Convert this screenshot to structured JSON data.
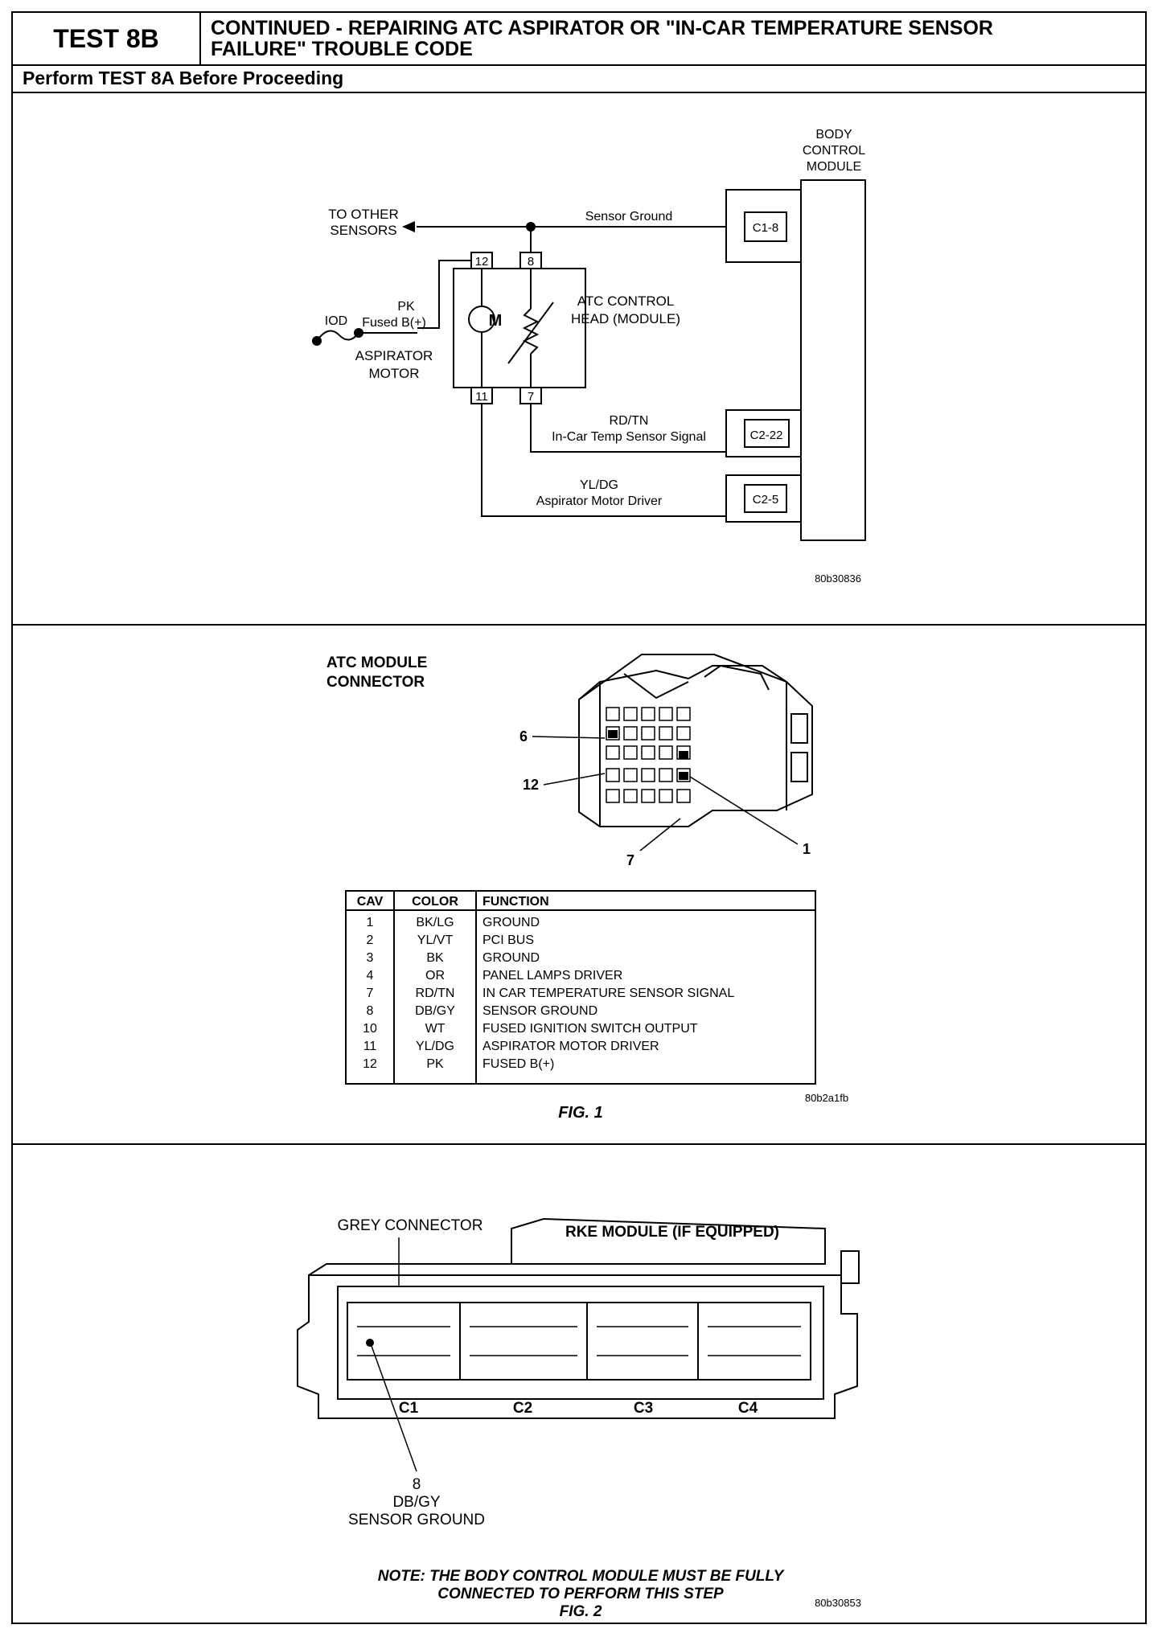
{
  "header": {
    "test_number": "TEST 8B",
    "title_line1": "CONTINUED - REPAIRING ATC ASPIRATOR OR \"IN-CAR TEMPERATURE SENSOR",
    "title_line2": "FAILURE\" TROUBLE CODE",
    "prerequisite": "Perform TEST 8A Before Proceeding"
  },
  "wiring_diagram": {
    "bcm_label": [
      "BODY",
      "CONTROL",
      "MODULE"
    ],
    "to_other_sensors": [
      "TO OTHER",
      "SENSORS"
    ],
    "sensor_ground": "Sensor Ground",
    "c1_8": "C1-8",
    "pins": [
      "12",
      "8",
      "11",
      "7"
    ],
    "motor_symbol": "M",
    "atc_control_head": [
      "ATC CONTROL",
      "HEAD (MODULE)"
    ],
    "iod": "IOD",
    "pk": "PK",
    "fused_b": "Fused B(+)",
    "aspirator_motor": [
      "ASPIRATOR",
      "MOTOR"
    ],
    "rd_tn": "RD/TN",
    "incar_signal": "In-Car Temp Sensor Signal",
    "c2_22": "C2-22",
    "yl_dg": "YL/DG",
    "aspirator_driver": "Aspirator Motor Driver",
    "c2_5": "C2-5",
    "image_code": "80b30836"
  },
  "fig1": {
    "connector_title": [
      "ATC MODULE",
      "CONNECTOR"
    ],
    "callouts": [
      "6",
      "12",
      "7",
      "1"
    ],
    "table": {
      "headers": [
        "CAV",
        "COLOR",
        "FUNCTION"
      ],
      "rows": [
        [
          "1",
          "BK/LG",
          "GROUND"
        ],
        [
          "2",
          "YL/VT",
          "PCI BUS"
        ],
        [
          "3",
          "BK",
          "GROUND"
        ],
        [
          "4",
          "OR",
          "PANEL LAMPS DRIVER"
        ],
        [
          "7",
          "RD/TN",
          "IN CAR TEMPERATURE SENSOR SIGNAL"
        ],
        [
          "8",
          "DB/GY",
          "SENSOR GROUND"
        ],
        [
          "10",
          "WT",
          "FUSED IGNITION SWITCH OUTPUT"
        ],
        [
          "11",
          "YL/DG",
          "ASPIRATOR MOTOR DRIVER"
        ],
        [
          "12",
          "PK",
          "FUSED B(+)"
        ]
      ]
    },
    "image_code": "80b2a1fb",
    "caption": "FIG. 1"
  },
  "fig2": {
    "grey_connector": "GREY CONNECTOR",
    "rke_module": "RKE MODULE (IF EQUIPPED)",
    "connectors": [
      "C1",
      "C2",
      "C3",
      "C4"
    ],
    "callout_pin": "8",
    "callout_color": "DB/GY",
    "callout_function": "SENSOR GROUND",
    "note_line1": "NOTE: THE BODY CONTROL MODULE MUST BE FULLY",
    "note_line2": "CONNECTED TO PERFORM THIS STEP",
    "caption": "FIG. 2",
    "image_code": "80b30853"
  }
}
